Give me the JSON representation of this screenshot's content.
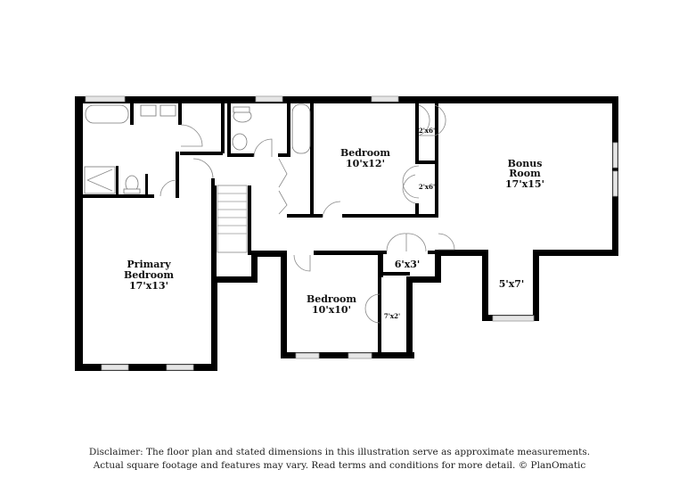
{
  "floorplan": {
    "rooms": [
      {
        "id": "primary-bedroom",
        "name_line1": "Primary",
        "name_line2": "Bedroom",
        "dimensions": "17'x13'"
      },
      {
        "id": "bedroom-1",
        "name": "Bedroom",
        "dimensions": "10'x12'"
      },
      {
        "id": "bedroom-2",
        "name": "Bedroom",
        "dimensions": "10'x10'"
      },
      {
        "id": "bonus-room",
        "name_line1": "Bonus",
        "name_line2": "Room",
        "dimensions": "17'x15'"
      },
      {
        "id": "closet-hall",
        "dimensions": "6'x3'"
      },
      {
        "id": "bonus-nook",
        "dimensions": "5'x7'"
      },
      {
        "id": "closet-bedroom2",
        "dimensions": "7'x2'"
      },
      {
        "id": "closet-upper",
        "dimensions": "2'x6'"
      },
      {
        "id": "closet-lower",
        "dimensions": "2'x6'"
      }
    ]
  },
  "disclaimer": {
    "line1": "Disclaimer: The floor plan and stated dimensions in this illustration serve as approximate measurements.",
    "line2": "Actual square footage and features may vary. Read terms and conditions for more detail. © PlanOmatic"
  },
  "colors": {
    "wall": "#000000",
    "window": "#e6e6e6",
    "background": "#ffffff"
  }
}
